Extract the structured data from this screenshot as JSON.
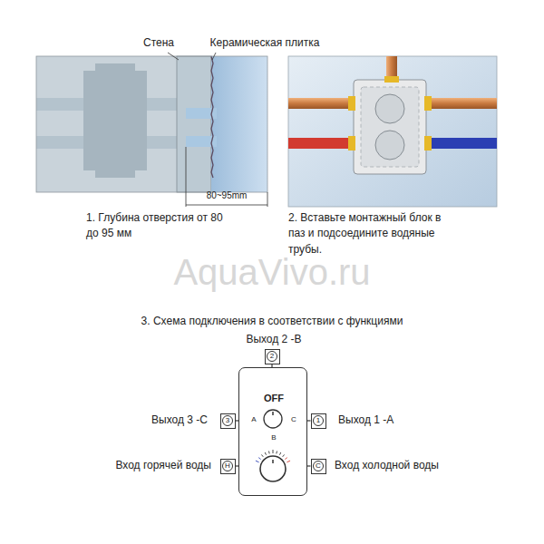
{
  "diagram": {
    "nodes": [
      {
        "text": [
          "OFF",
          "A",
          "C",
          "B"
        ]
      },
      {
        "text": [
          "2"
        ]
      },
      {
        "text": [
          "3"
        ]
      },
      {
        "text": [
          "1"
        ]
      },
      {
        "text": [
          "H"
        ]
      },
      {
        "text": [
          "C"
        ]
      }
    ],
    "edges": [
      {
        "from": 0,
        "to": 1,
        "arrow": "none"
      },
      {
        "from": 0,
        "to": 2,
        "arrow": "none"
      },
      {
        "from": 0,
        "to": 3,
        "arrow": "none"
      },
      {
        "from": 0,
        "to": 4,
        "arrow": "none"
      },
      {
        "from": 0,
        "to": 5,
        "arrow": "none"
      }
    ],
    "labels": [
      "Стена",
      "Керамическая плитка",
      "80~95mm",
      "1. Глубина отверстия от 80 до 95 мм",
      "2. Вставьте монтажный блок в паз и подсоедините водяные трубы.",
      "AquaVivo.ru",
      "3. Схема подключения в соответствии с функциями",
      "Выход 2 -В",
      "Выход 3 -С",
      "Выход 1 -А",
      "Вход горячей воды",
      "Вход холодной воды"
    ]
  }
}
